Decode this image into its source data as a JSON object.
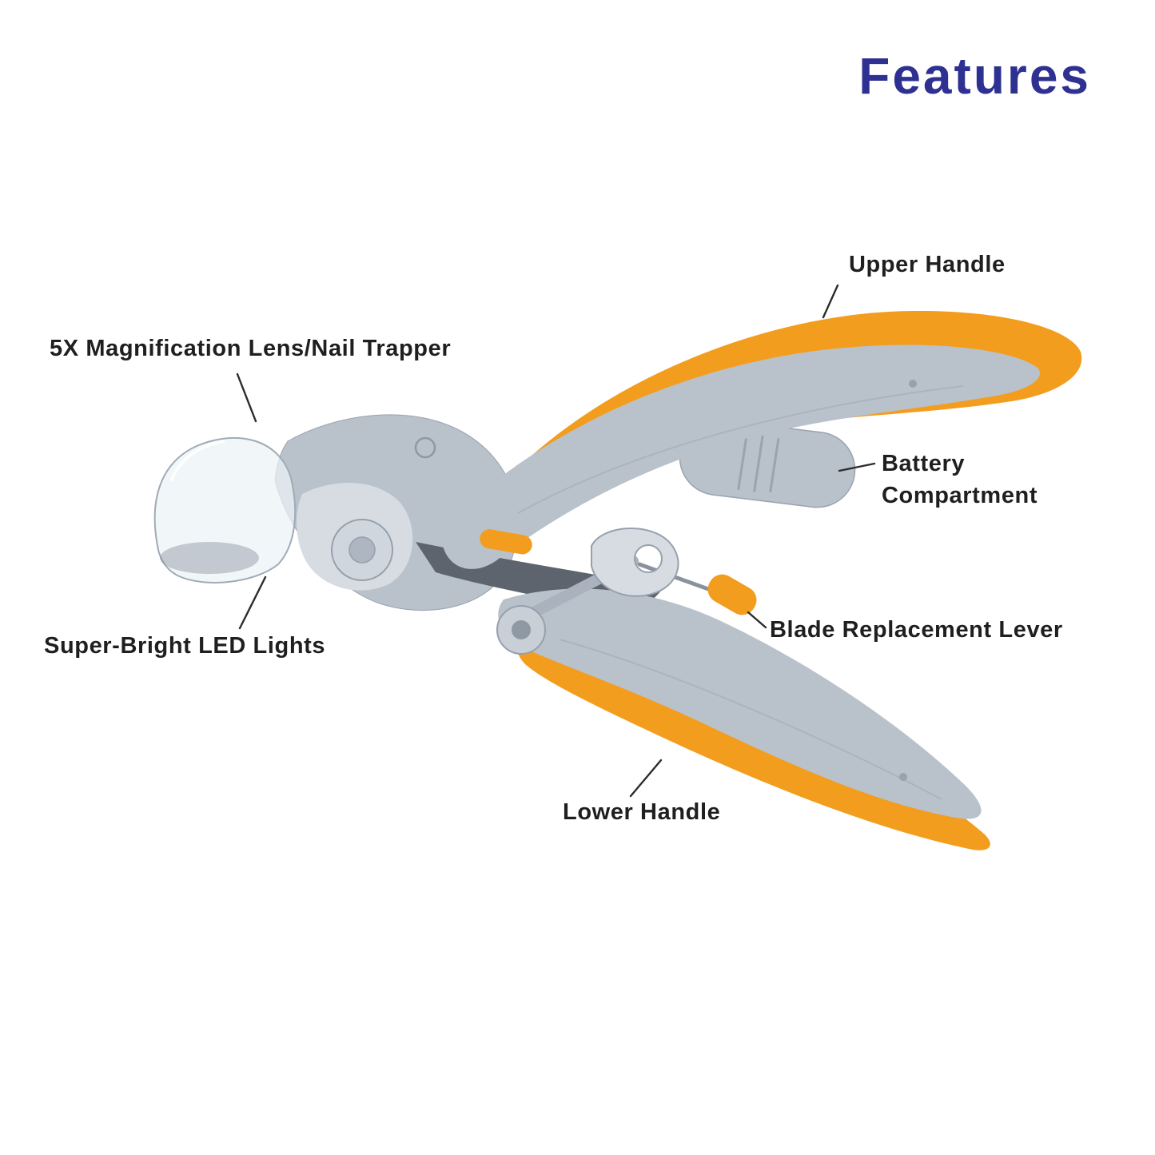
{
  "title": "Features",
  "labels": {
    "upper_handle": "Upper Handle",
    "magnification_lens": "5X Magnification Lens/Nail Trapper",
    "battery_line1": "Battery",
    "battery_line2": "Compartment",
    "blade_replacement_lever": "Blade Replacement Lever",
    "led_lights": "Super-Bright LED Lights",
    "lower_handle": "Lower Handle"
  },
  "colors": {
    "title": "#2e3191",
    "label": "#1f1f1f",
    "orange": "#f39d1e",
    "gray": "#b9c1cb",
    "gray-light": "#d6dce2",
    "gray-dark": "#5d646d",
    "line": "#2c2c2c"
  }
}
